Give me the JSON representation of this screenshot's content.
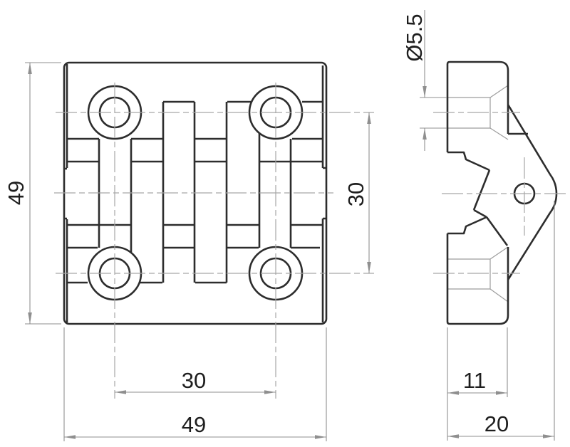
{
  "drawing": {
    "kind": "technical-drawing-hinge-two-views",
    "dims": {
      "front_height": "49",
      "front_width": "49",
      "hole_spacing_vertical": "30",
      "hole_spacing_horizontal": "30",
      "hole_diameter": "Ø5.5",
      "side_depth": "11",
      "side_width": "20"
    },
    "colors": {
      "background": "#ffffff",
      "part_line": "#2d2d2d",
      "thin_line": "#9c9c9c",
      "centerline": "#a6a6a6",
      "dimension_line": "#8f8f8f",
      "text": "#1e1e1e"
    }
  }
}
